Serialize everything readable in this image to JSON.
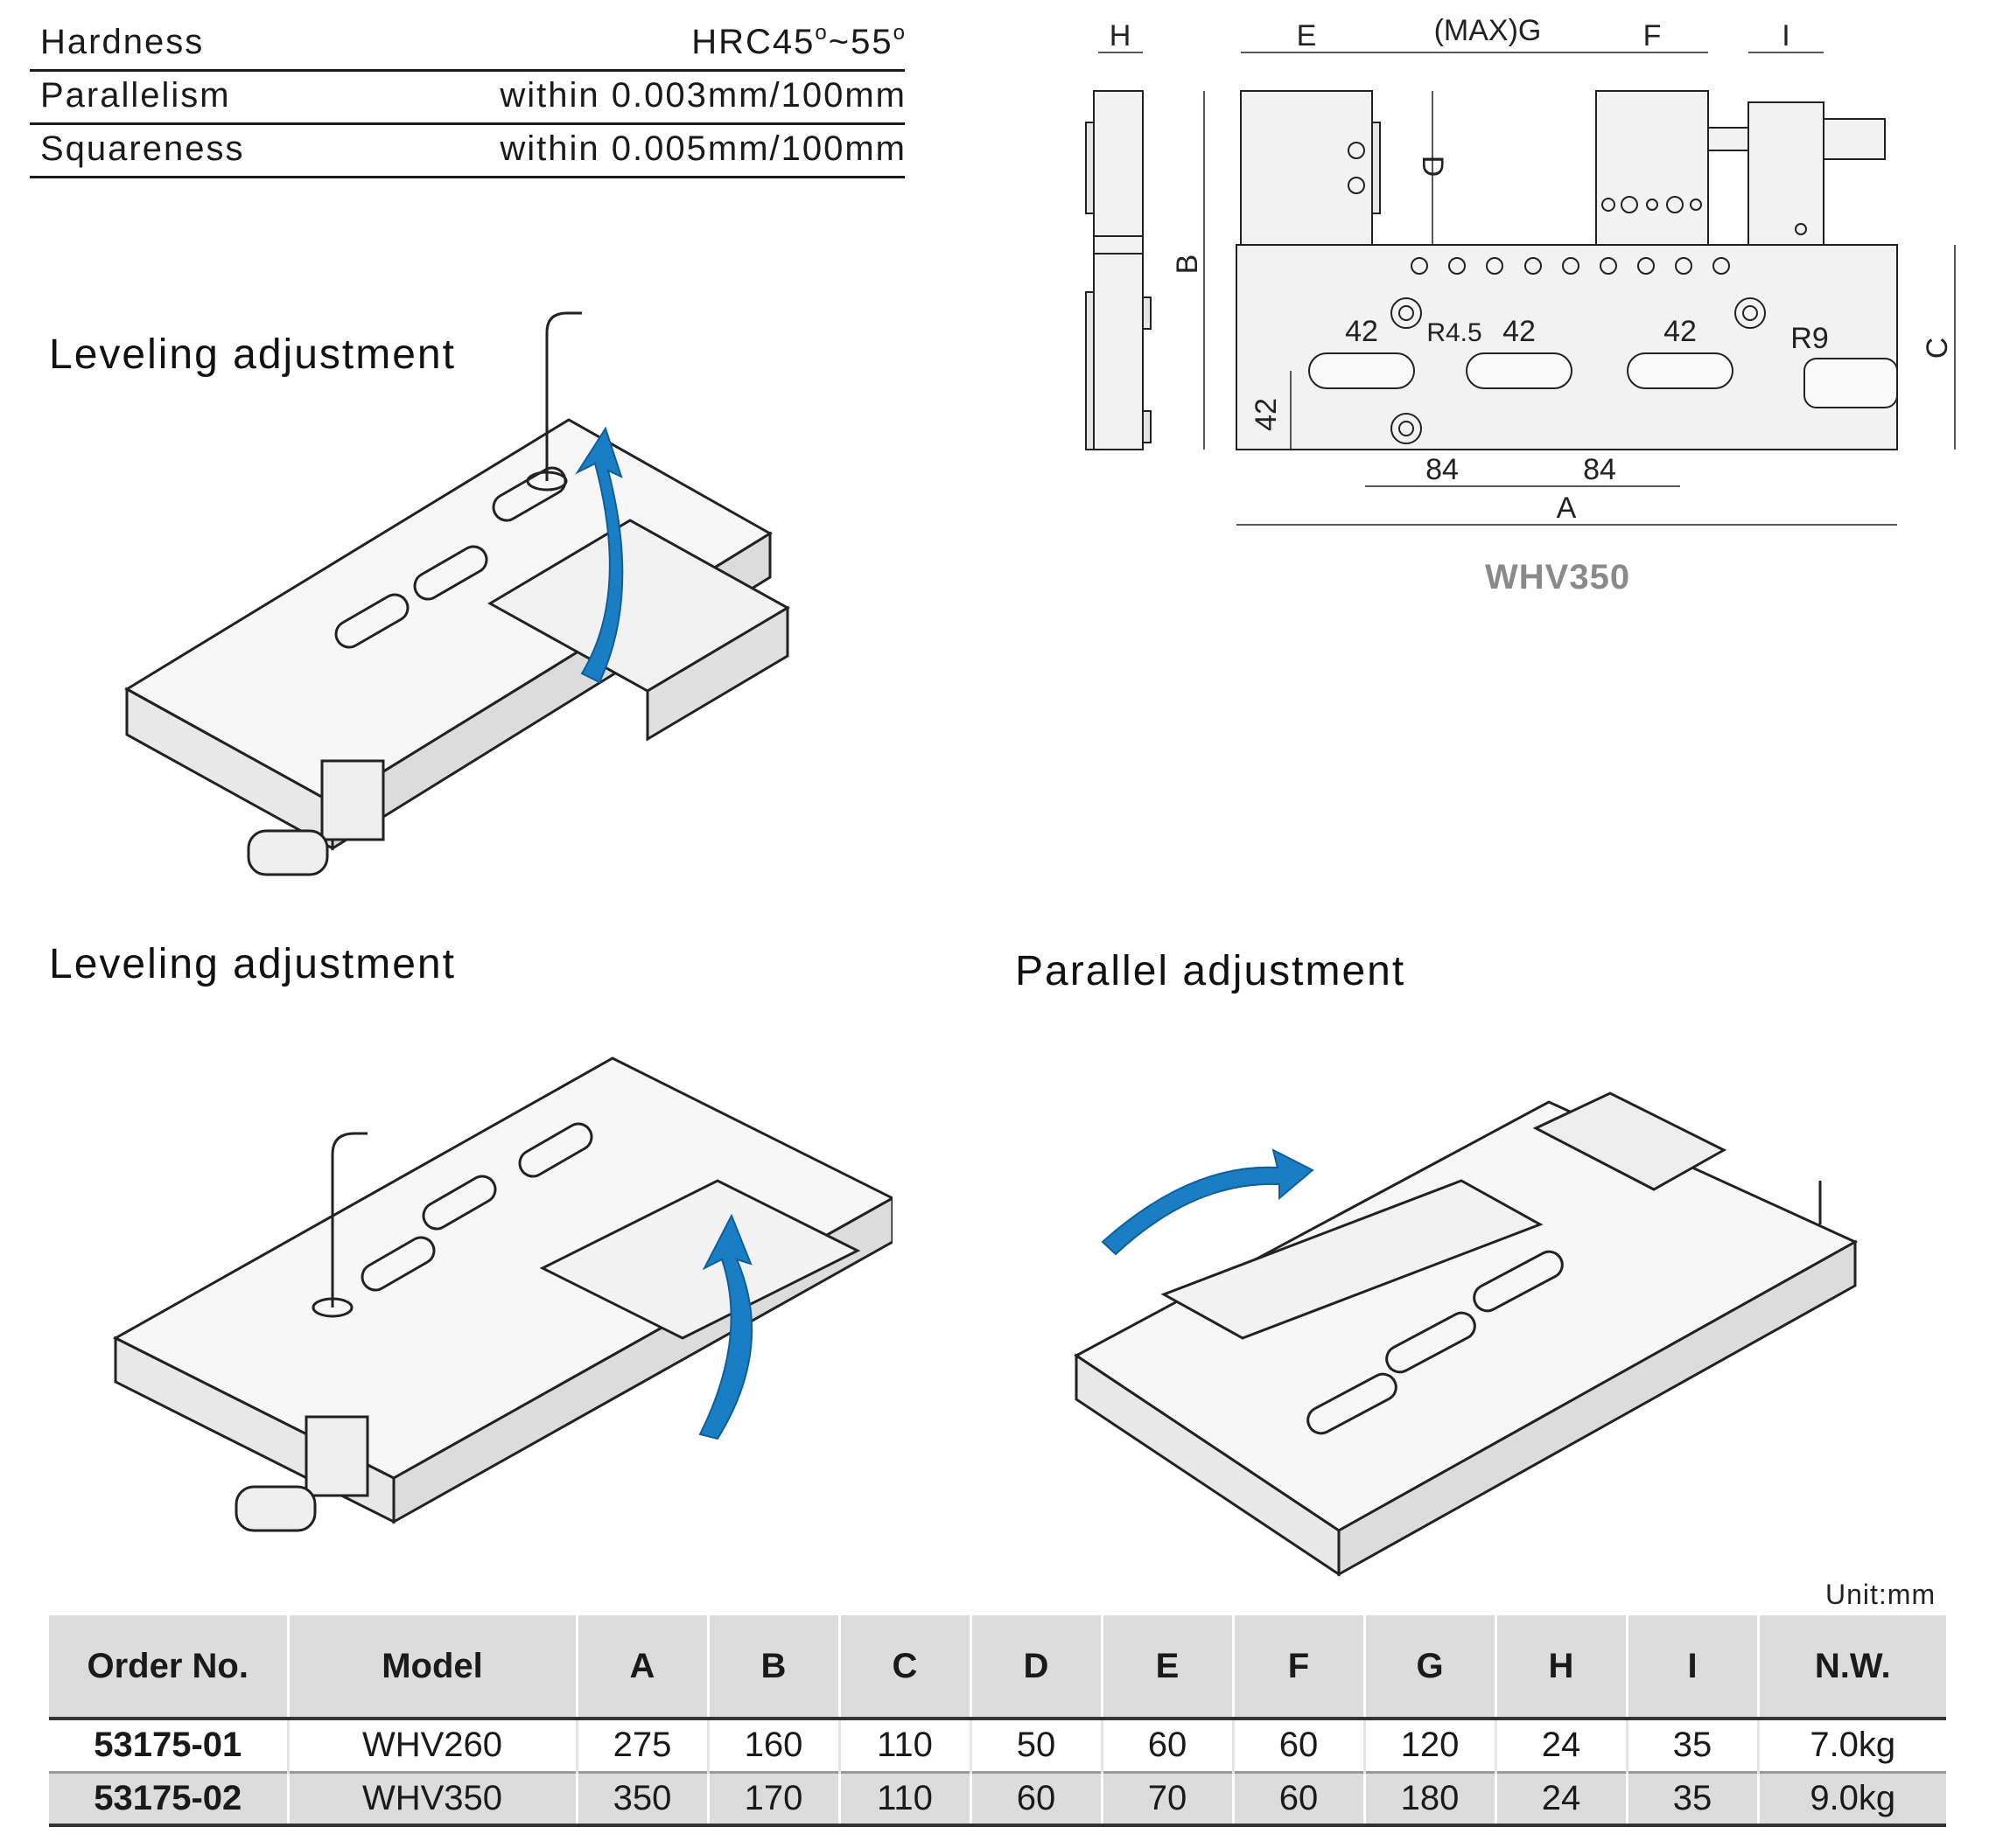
{
  "specs": [
    {
      "name": "Hardness",
      "value_prefix": "HRC45",
      "deg1": "o",
      "value_mid": "~55",
      "deg2": "o"
    },
    {
      "name": "Parallelism",
      "value": "within 0.003mm/100mm"
    },
    {
      "name": "Squareness",
      "value": "within 0.005mm/100mm"
    }
  ],
  "captions": {
    "leveling_1": "Leveling adjustment",
    "leveling_2": "Leveling adjustment",
    "parallel": "Parallel adjustment"
  },
  "drawing": {
    "model": "WHV350",
    "dims": {
      "H": "H",
      "E": "E",
      "G": "(MAX)G",
      "F": "F",
      "I": "I",
      "D": "D",
      "B": "B",
      "C": "C",
      "A": "A",
      "slot_w1": "42",
      "slot_w2": "42",
      "slot_w3": "42",
      "edge": "42",
      "pitch1": "84",
      "pitch2": "84",
      "r_small": "R4.5",
      "r_big": "R9"
    }
  },
  "arrow_color": "#1a7ec4",
  "unit_label": "Unit:mm",
  "table": {
    "headers": [
      "Order No.",
      "Model",
      "A",
      "B",
      "C",
      "D",
      "E",
      "F",
      "G",
      "H",
      "I",
      "N.W."
    ],
    "rows": [
      [
        "53175-01",
        "WHV260",
        "275",
        "160",
        "110",
        "50",
        "60",
        "60",
        "120",
        "24",
        "35",
        "7.0kg"
      ],
      [
        "53175-02",
        "WHV350",
        "350",
        "170",
        "110",
        "60",
        "70",
        "60",
        "180",
        "24",
        "35",
        "9.0kg"
      ]
    ]
  }
}
